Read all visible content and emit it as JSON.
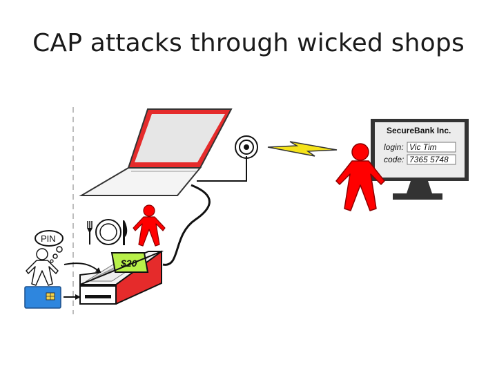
{
  "slide": {
    "title": "CAP attacks through wicked shops"
  },
  "bank_screen": {
    "title": "SecureBank Inc.",
    "login_label": "login:",
    "login_value": "Vic Tim",
    "code_label": "code:",
    "code_value": "7365 5748"
  },
  "terminal": {
    "display_amount": "$20"
  },
  "thought_bubble": {
    "text": "PIN"
  },
  "colors": {
    "attacker_red": "#ff0000",
    "laptop_frame_red": "#e52b2b",
    "card_blue": "#2e86de",
    "lcd_green": "#b8f04a",
    "lightning_yellow": "#f5e31a"
  },
  "icons": {
    "victim": "person-outline-icon",
    "accomplice": "person-red-icon",
    "attacker": "person-red-icon",
    "card": "chip-card-icon",
    "cutlery": "fork-plate-knife-icon",
    "antenna": "wireless-antenna-icon",
    "wireless": "lightning-bolt-icon"
  }
}
